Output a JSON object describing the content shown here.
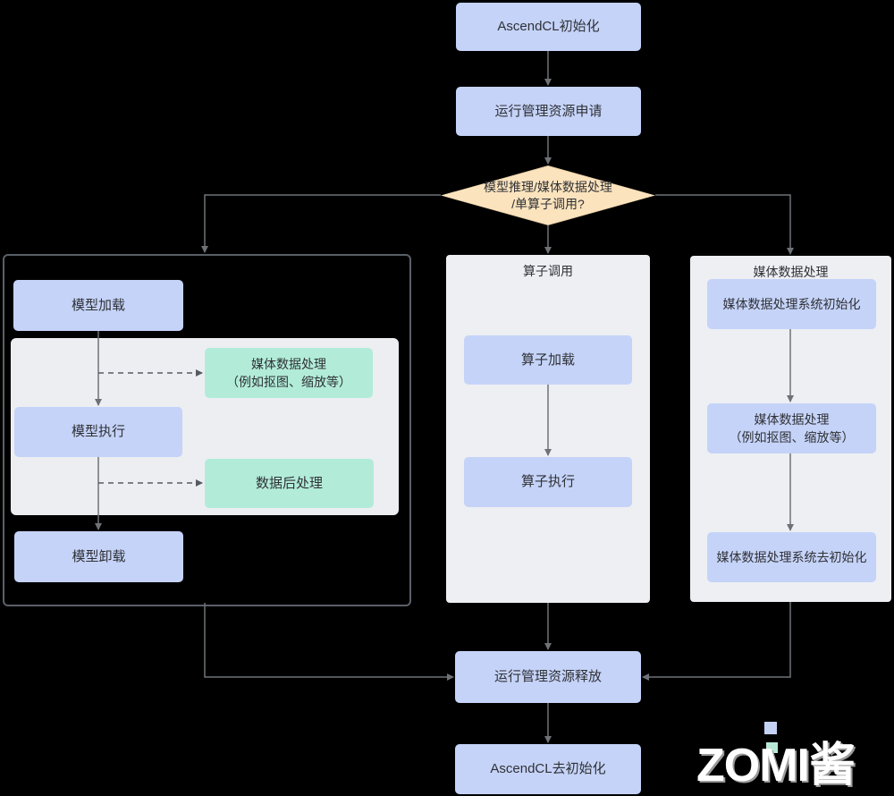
{
  "colors": {
    "background": "#000000",
    "node_blue": "#c5d3f8",
    "node_green": "#b2ecd8",
    "panel_gray": "#edeff3",
    "diamond_fill": "#fbe3bd",
    "outline_border": "#5a6068",
    "wire_gray": "#6e7277",
    "text_dark": "#2f3136",
    "logo_square_blue": "#c5d2f5",
    "logo_square_teal": "#b7e9d7"
  },
  "flow": {
    "start": {
      "label": "AscendCL初始化"
    },
    "resource_apply": {
      "label": "运行管理资源申请"
    },
    "decision": {
      "line1": "模型推理/媒体数据处理",
      "line2": "/单算子调用?"
    },
    "model_branch": {
      "model_load": "模型加载",
      "media_process_line1": "媒体数据处理",
      "media_process_line2": "（例如抠图、缩放等）",
      "model_execute": "模型执行",
      "post_process": "数据后处理",
      "model_unload": "模型卸载"
    },
    "operator_branch": {
      "title": "算子调用",
      "op_load": "算子加载",
      "op_execute": "算子执行"
    },
    "media_branch": {
      "title": "媒体数据处理",
      "init": "媒体数据处理系统初始化",
      "process_line1": "媒体数据处理",
      "process_line2": "（例如抠图、缩放等）",
      "deinit": "媒体数据处理系统去初始化"
    },
    "resource_release": {
      "label": "运行管理资源释放"
    },
    "deinit": {
      "label": "AscendCL去初始化"
    }
  },
  "logo": {
    "text": "ZOMI酱"
  }
}
